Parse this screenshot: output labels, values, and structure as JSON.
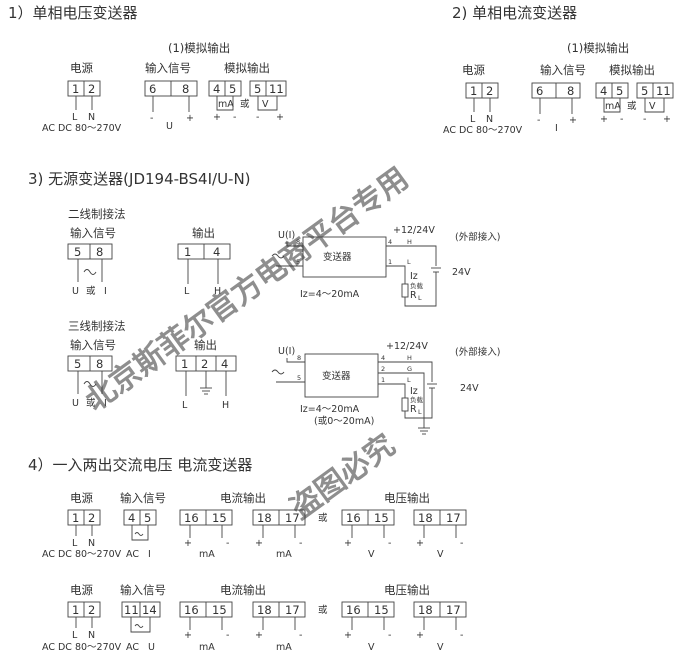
{
  "sec1": {
    "title": "1）单相电压变送器",
    "subtitle": "(1)模拟输出",
    "power_label": "电源",
    "power_terminals": [
      "1",
      "2"
    ],
    "power_marks": [
      "L",
      "N"
    ],
    "power_range": "AC DC 80～270V",
    "input_label": "输入信号",
    "input_terminals": [
      "6",
      "8"
    ],
    "input_signs": [
      "-",
      "+"
    ],
    "input_var": "U",
    "output_label": "模拟输出",
    "out_current_terminals": [
      "4",
      "5"
    ],
    "out_current_unit": "mA",
    "out_or": "或",
    "out_voltage_terminals": [
      "5",
      "11"
    ],
    "out_voltage_unit": "V",
    "out_signs": [
      "+",
      "-",
      "-",
      "+"
    ]
  },
  "sec2": {
    "title": "2) 单相电流变送器",
    "subtitle": "(1)模拟输出",
    "power_label": "电源",
    "power_terminals": [
      "1",
      "2"
    ],
    "power_marks": [
      "L",
      "N"
    ],
    "power_range": "AC DC 80～270V",
    "input_label": "输入信号",
    "input_terminals": [
      "6",
      "8"
    ],
    "input_signs": [
      "-",
      "+"
    ],
    "input_var": "I",
    "output_label": "模拟输出",
    "out_current_terminals": [
      "4",
      "5"
    ],
    "out_current_unit": "mA",
    "out_or": "或",
    "out_voltage_terminals": [
      "5",
      "11"
    ],
    "out_voltage_unit": "V",
    "out_signs": [
      "+",
      "-",
      "-",
      "+"
    ]
  },
  "sec3": {
    "title": "3) 无源变送器(JD194-BS4I/U-N)",
    "two_wire": {
      "label": "二线制接法",
      "input_label": "输入信号",
      "input_terminals": [
        "5",
        "8"
      ],
      "input_marks": [
        "U",
        "或",
        "I"
      ],
      "output_label": "输出",
      "output_terminals": [
        "1",
        "4"
      ],
      "output_marks": [
        "L",
        "H"
      ],
      "circuit": {
        "input_name": "U(I)",
        "pin_top": "8",
        "pin_bottom": "5",
        "block": "变送器",
        "supply": "+12/24V",
        "pin_h_num": "4",
        "pin_h": "H",
        "pin_l_num": "1",
        "pin_l": "L",
        "iz": "Iz",
        "load_text": "负载",
        "rl": "R",
        "rl_sub": "L",
        "external": "(外部接入)",
        "battery": "24V",
        "range": "Iz=4～20mA"
      }
    },
    "three_wire": {
      "label": "三线制接法",
      "input_label": "输入信号",
      "input_terminals": [
        "5",
        "8"
      ],
      "input_marks": [
        "U",
        "或",
        "I"
      ],
      "output_label": "输出",
      "output_terminals": [
        "1",
        "2",
        "4"
      ],
      "output_marks": [
        "L",
        "H"
      ],
      "circuit": {
        "input_name": "U(I)",
        "pin_top": "8",
        "pin_bottom": "5",
        "block": "变送器",
        "supply": "+12/24V",
        "pin_h_num": "4",
        "pin_h": "H",
        "pin_g_num": "2",
        "pin_g": "G",
        "pin_l_num": "1",
        "pin_l": "L",
        "iz": "Iz",
        "load_text": "负载",
        "rl": "R",
        "rl_sub": "L",
        "external": "(外部接入)",
        "battery": "24V",
        "range": "Iz=4～20mA",
        "range2": "(或0～20mA)"
      }
    }
  },
  "sec4": {
    "title": "4）一入两出交流电压 电流变送器",
    "rows": [
      {
        "power_label": "电源",
        "power_terminals": [
          "1",
          "2"
        ],
        "power_marks": [
          "L",
          "N"
        ],
        "power_range": "AC DC 80～270V",
        "input_label": "输入信号",
        "input_terminals": [
          "4",
          "5"
        ],
        "input_ac": "AC",
        "input_var": "I",
        "current_label": "电流输出",
        "current_pairs": [
          [
            "16",
            "15"
          ],
          [
            "18",
            "17"
          ]
        ],
        "current_units": [
          "mA",
          "mA"
        ],
        "or": "或",
        "voltage_label": "电压输出",
        "voltage_pairs": [
          [
            "16",
            "15"
          ],
          [
            "18",
            "17"
          ]
        ],
        "voltage_units": [
          "V",
          "V"
        ],
        "plus": "+",
        "minus": "-"
      },
      {
        "power_label": "电源",
        "power_terminals": [
          "1",
          "2"
        ],
        "power_marks": [
          "L",
          "N"
        ],
        "power_range": "AC DC 80～270V",
        "input_label": "输入信号",
        "input_terminals": [
          "11",
          "14"
        ],
        "input_ac": "AC",
        "input_var": "U",
        "current_label": "电流输出",
        "current_pairs": [
          [
            "16",
            "15"
          ],
          [
            "18",
            "17"
          ]
        ],
        "current_units": [
          "mA",
          "mA"
        ],
        "or": "或",
        "voltage_label": "电压输出",
        "voltage_pairs": [
          [
            "16",
            "15"
          ],
          [
            "18",
            "17"
          ]
        ],
        "voltage_units": [
          "V",
          "V"
        ],
        "plus": "+",
        "minus": "-"
      }
    ]
  },
  "watermark": {
    "line1": "北京斯菲尔官方电商平台专用",
    "line2": "盗图必究"
  }
}
